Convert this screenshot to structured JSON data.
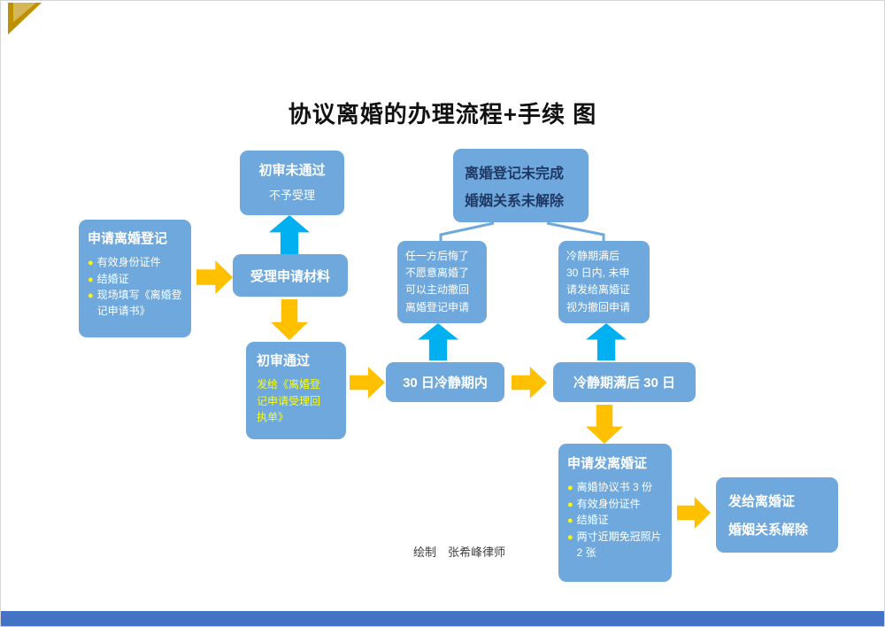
{
  "page": {
    "title": "协议离婚的办理流程+手续 图",
    "credit": "绘制　张希峰律师"
  },
  "glyphs": {
    "bullet": "●"
  },
  "colors": {
    "box_blue": "#6FA8DC",
    "arrow_gold": "#FFC000",
    "arrow_cyan": "#00B0F0",
    "bullet_yellow": "#FFFF00",
    "note_yellow": "#FFFF00",
    "dark_text": "#1F3864",
    "footer_blue": "#4472C4",
    "corner_gold": "#BF9000"
  },
  "boxes": {
    "apply": {
      "title": "申请离婚登记",
      "bullets": [
        "有效身份证件",
        "结婚证",
        "现场填写《离婚登记申请书》"
      ]
    },
    "reject": {
      "title": "初审未通过",
      "subtitle": "不予受理"
    },
    "accept_materials": {
      "title": "受理申请材料"
    },
    "pass": {
      "title": "初审通过",
      "note": "发给《离婚登\n记申请受理回\n执单》"
    },
    "not_complete": {
      "line1": "离婚登记未完成",
      "line2": "婚姻关系未解除"
    },
    "regret": {
      "text": "任一方后悔了\n不愿意离婚了\n可以主动撤回\n离婚登记申请"
    },
    "expired": {
      "text": "冷静期满后\n30 日内, 未申\n请发给离婚证\n视为撤回申请"
    },
    "cooling": {
      "title": "30 日冷静期内"
    },
    "after_cooling": {
      "title": "冷静期满后 30 日"
    },
    "apply_cert": {
      "title": "申请发离婚证",
      "bullets": [
        "离婚协议书 3 份",
        "有效身份证件",
        "结婚证",
        "两寸近期免冠照片 2 张"
      ]
    },
    "issue_cert": {
      "line1": "发给离婚证",
      "line2": "婚姻关系解除"
    }
  }
}
